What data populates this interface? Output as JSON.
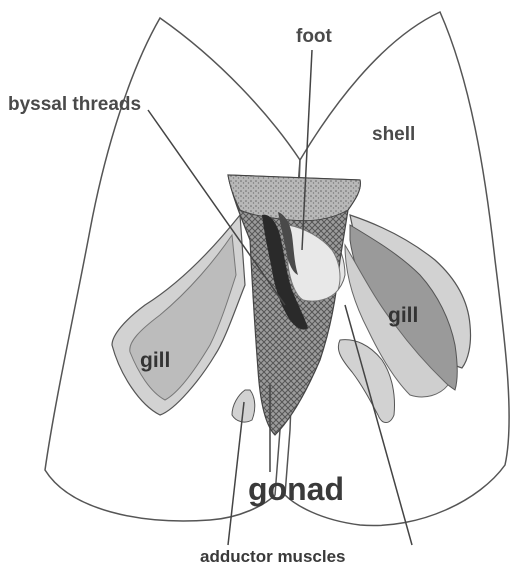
{
  "labels": {
    "foot": "foot",
    "byssal_threads": "byssal threads",
    "shell": "shell",
    "gill_left": "gill",
    "gill_right": "gill",
    "gonad": "gonad",
    "adductor_muscles": "adductor muscles"
  },
  "colors": {
    "background": "#ffffff",
    "shell_outline": "#555555",
    "gill_light": "#d2d2d2",
    "gill_dark": "#9a9a9a",
    "foot": "#e6e6e6",
    "gonad": "#8e8e8e",
    "byssal": "#2a2a2a",
    "text": "#4a4a4a"
  }
}
